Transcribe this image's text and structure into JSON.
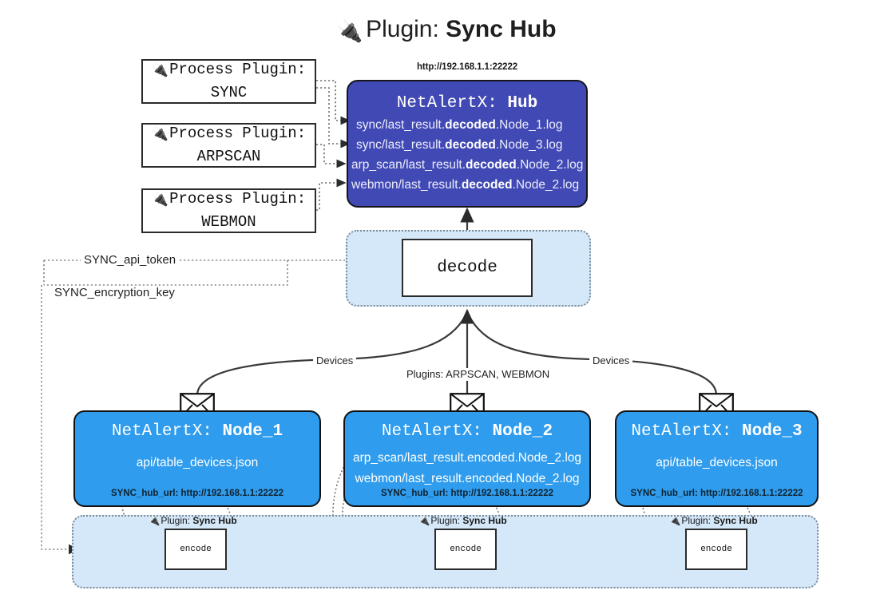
{
  "title": {
    "icon": "plug-icon",
    "prefix": "Plugin: ",
    "name": "Sync Hub",
    "glyph": "🔌"
  },
  "process_plugins": [
    {
      "icon": "plug-icon",
      "line1": "Process Plugin:",
      "line2": "SYNC"
    },
    {
      "icon": "plug-icon",
      "line1": "Process Plugin:",
      "line2": "ARPSCAN"
    },
    {
      "icon": "plug-icon",
      "line1": "Process Plugin:",
      "line2": "WEBMON"
    }
  ],
  "hub": {
    "url_label": "http://192.168.1.1:22222",
    "title_prefix": "NetAlertX: ",
    "title_name": "Hub",
    "logs": [
      {
        "pre": "sync/last_result.",
        "mid": "decoded",
        "post": ".Node_1.log"
      },
      {
        "pre": "sync/last_result.",
        "mid": "decoded",
        "post": ".Node_3.log"
      },
      {
        "pre": "arp_scan/last_result.",
        "mid": "decoded",
        "post": ".Node_2.log"
      },
      {
        "pre": "webmon/last_result.",
        "mid": "decoded",
        "post": ".Node_2.log"
      }
    ]
  },
  "decode": {
    "label": "decode"
  },
  "tokens": {
    "api_token": "SYNC_api_token",
    "encryption_key": "SYNC_encryption_key"
  },
  "edge_labels": {
    "devices_left": "Devices",
    "devices_right": "Devices",
    "plugins_center": "Plugins: ARPSCAN, WEBMON"
  },
  "nodes": [
    {
      "title_prefix": "NetAlertX: ",
      "title_name": "Node_1",
      "lines": [
        "api/table_devices.json"
      ],
      "hub_url": "SYNC_hub_url: http://192.168.1.1:22222",
      "envelope_icon": "envelope-icon"
    },
    {
      "title_prefix": "NetAlertX: ",
      "title_name": "Node_2",
      "lines": [
        "arp_scan/last_result.encoded.Node_2.log",
        "webmon/last_result.encoded.Node_2.log"
      ],
      "hub_url": "SYNC_hub_url: http://192.168.1.1:22222",
      "envelope_icon": "envelope-icon"
    },
    {
      "title_prefix": "NetAlertX: ",
      "title_name": "Node_3",
      "lines": [
        "api/table_devices.json"
      ],
      "hub_url": "SYNC_hub_url: http://192.168.1.1:22222",
      "envelope_icon": "envelope-icon"
    }
  ],
  "encoders": [
    {
      "caption_prefix": "Plugin: ",
      "caption_name": "Sync Hub",
      "label": "encode",
      "icon": "plug-icon"
    },
    {
      "caption_prefix": "Plugin: ",
      "caption_name": "Sync Hub",
      "label": "encode",
      "icon": "plug-icon"
    },
    {
      "caption_prefix": "Plugin: ",
      "caption_name": "Sync Hub",
      "label": "encode",
      "icon": "plug-icon"
    }
  ],
  "colors": {
    "hub": "#4149b4",
    "node": "#2f9ced",
    "band": "#d4e8fa",
    "stroke": "#2b2b2b",
    "dotted": "#7a8a96"
  }
}
